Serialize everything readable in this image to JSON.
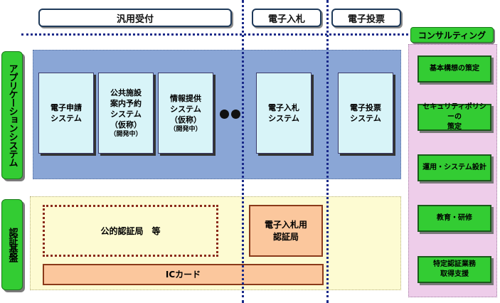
{
  "headers": {
    "general": "汎用受付",
    "ebid": "電子入札",
    "evote": "電子投票",
    "consulting": "コンサルティング"
  },
  "side_labels": {
    "application": "アプリケーションシステム",
    "auth": "認証基盤"
  },
  "apps": [
    {
      "lines": [
        "電子申請",
        "システム"
      ]
    },
    {
      "lines": [
        "公共施設",
        "案内予約",
        "システム",
        "（仮称）"
      ],
      "note": "（開発中）"
    },
    {
      "lines": [
        "情報提供",
        "システム",
        "（仮称）"
      ],
      "note": "（開発中）"
    },
    {
      "lines": [
        "電子入札",
        "システム"
      ]
    },
    {
      "lines": [
        "電子投票",
        "システム"
      ]
    }
  ],
  "auth": {
    "public_ca": "公的認証局　等",
    "ebid_ca": [
      "電子入札用",
      "認証局"
    ],
    "ic_card": "ICカード"
  },
  "consulting_items": [
    [
      "基本構想の策定"
    ],
    [
      "セキュリティポリシーの",
      "策定"
    ],
    [
      "運用・システム設計"
    ],
    [
      "教育・研修"
    ],
    [
      "特定認証業務",
      "取得支援"
    ]
  ],
  "colors": {
    "green": "#33cc33",
    "app_bg": "#8aa6d6",
    "app_box": "#d8f4f8",
    "auth_bg": "#fdfbd2",
    "peach": "#fbc79d",
    "consult_bg": "#eecdea",
    "divider": "#1a2a8a"
  }
}
